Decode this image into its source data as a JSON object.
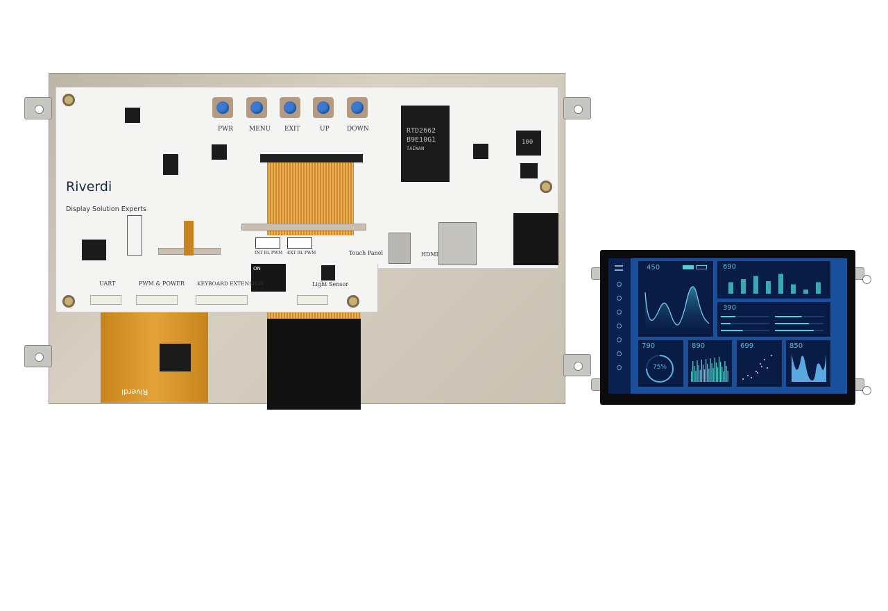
{
  "pcb": {
    "brand": "Riverdi",
    "tagline": "Display Solution Experts",
    "buttons": [
      "PWR",
      "MENU",
      "EXIT",
      "UP",
      "DOWN"
    ],
    "chip_lines": [
      "RTD2662",
      "B9E10G1",
      "TAIWAN"
    ],
    "inductor_label": "100",
    "connectors": [
      "UART",
      "PWM & POWER",
      "KEYBOARD EXTENSION",
      "Light Sensor"
    ],
    "dip_labels": [
      "INT BL PWM",
      "EXT BL PWM"
    ],
    "dip_switch_on": "ON",
    "ports": [
      "Touch Panel",
      "HDMI"
    ],
    "flex_brand": "Riverdi"
  },
  "dashboard": {
    "main_value": "450",
    "bar_value": "690",
    "progress_value": "390",
    "gauge_value": "790",
    "gauge_percent": "75%",
    "gauge_fraction": 0.75,
    "histogram_value": "890",
    "scatter_value": "699",
    "area_value": "850",
    "accent_color": "#4fd0e0",
    "panel_color": "#081c45",
    "screen_color": "#1a4f9c"
  }
}
